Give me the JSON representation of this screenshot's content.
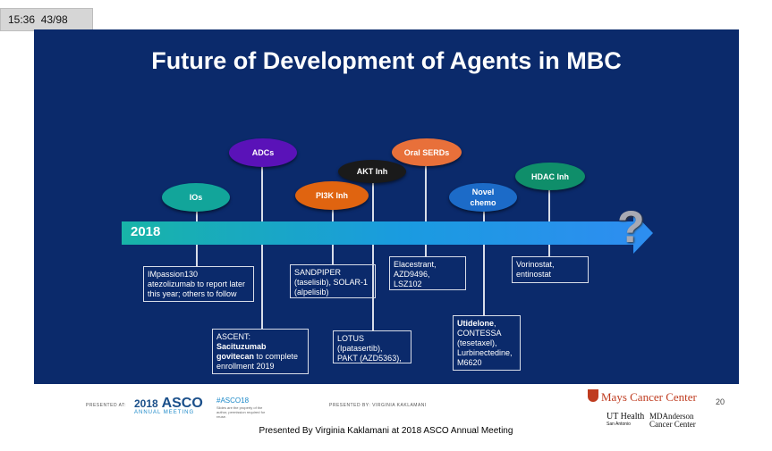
{
  "status_bar": {
    "time": "15:36",
    "page": "43/98"
  },
  "slide": {
    "title": "Future of Development of Agents in MBC",
    "timeline": {
      "year": "2018",
      "end_symbol": "?"
    },
    "agents": [
      {
        "id": "ios",
        "label": "IOs",
        "color": "#12a59a"
      },
      {
        "id": "adcs",
        "label": "ADCs",
        "color": "#5a12b8"
      },
      {
        "id": "pi3k",
        "label": "PI3K Inh",
        "color": "#e06410"
      },
      {
        "id": "akt",
        "label": "AKT Inh",
        "color": "#1a1a1a"
      },
      {
        "id": "serds",
        "label": "Oral SERDs",
        "color": "#e8703a"
      },
      {
        "id": "chemo",
        "label": "Novel chemo",
        "color": "#1c6bc8"
      },
      {
        "id": "hdac",
        "label": "HDAC Inh",
        "color": "#0f8e6a"
      }
    ],
    "boxes": {
      "ios": {
        "line1": "IMpassion130",
        "line2": "atezolizumab to report later",
        "line3": "this year; others to follow"
      },
      "adcs": {
        "line1": "ASCENT:",
        "line2": "Sacituzumab",
        "line3": "govitecan",
        "line3b": " to complete",
        "line4": "enrollment 2019"
      },
      "pi3k": {
        "line1": "SANDPIPER",
        "line2": "(taselisib), SOLAR-1",
        "line3": "(alpelisib)"
      },
      "akt": {
        "line1": "LOTUS",
        "line2": "(Ipatasertib),",
        "line3": "PAKT (AZD5363),"
      },
      "serds": {
        "line1": "Elacestrant,",
        "line2": "AZD9496,",
        "line3": "LSZ102"
      },
      "chemo": {
        "line1": "Utidelone",
        "line1b": ",",
        "line2": "CONTESSA",
        "line3": "(tesetaxel),",
        "line4": "Lurbinectedine,",
        "line5": "M6620"
      },
      "hdac": {
        "line1": "Vorinostat,",
        "line2": "entinostat"
      }
    }
  },
  "footer": {
    "presented_at": "PRESENTED AT:",
    "asco_year": "2018",
    "asco_name": "ASCO",
    "annual_meeting": "ANNUAL MEETING",
    "hashtag": "#ASCO18",
    "hashtag_sub": "Slides are the property of the author, permission required for reuse.",
    "presented_by": "PRESENTED BY: VIRGINIA KAKLAMANI",
    "mays": "Mays Cancer Center",
    "ut_health": "UT Health",
    "san_antonio": "San Antonio",
    "md_anderson": "MDAnderson",
    "cancer_center": "Cancer Center",
    "page_number": "20"
  },
  "caption": "Presented By Virginia Kaklamani  at 2018 ASCO Annual Meeting"
}
